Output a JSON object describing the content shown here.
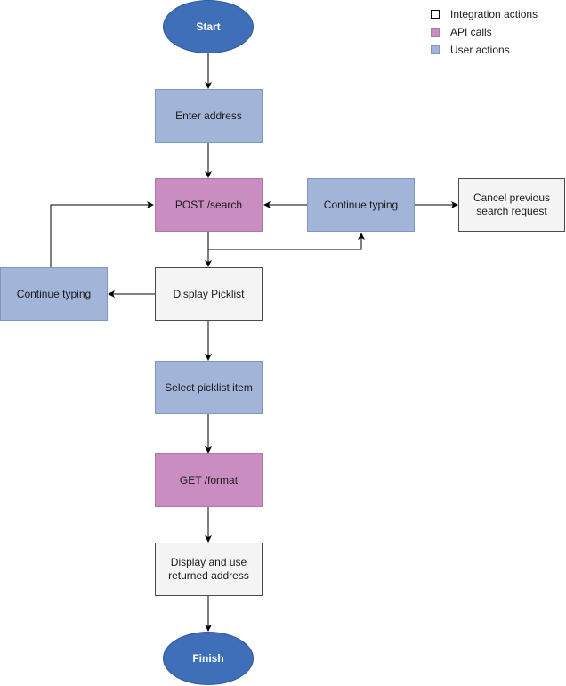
{
  "diagram": {
    "nodes": {
      "start": "Start",
      "enter_address": "Enter address",
      "post_search": "POST /search",
      "continue_typing_right": "Continue typing",
      "cancel_request": "Cancel previous search request",
      "continue_typing_left": "Continue typing",
      "display_picklist": "Display Picklist",
      "select_item": "Select picklist item",
      "get_format": "GET /format",
      "display_use": "Display and use returned address",
      "finish": "Finish"
    }
  },
  "legend": {
    "items": [
      {
        "label": "Integration actions",
        "color": "#ffffff"
      },
      {
        "label": "API calls",
        "color": "#c98dc2"
      },
      {
        "label": "User actions",
        "color": "#a2b5d9"
      }
    ]
  },
  "colors": {
    "user": "#a2b5d9",
    "api": "#c98dc2",
    "integration": "#f4f4f4",
    "terminal": "#3f6fb8"
  }
}
